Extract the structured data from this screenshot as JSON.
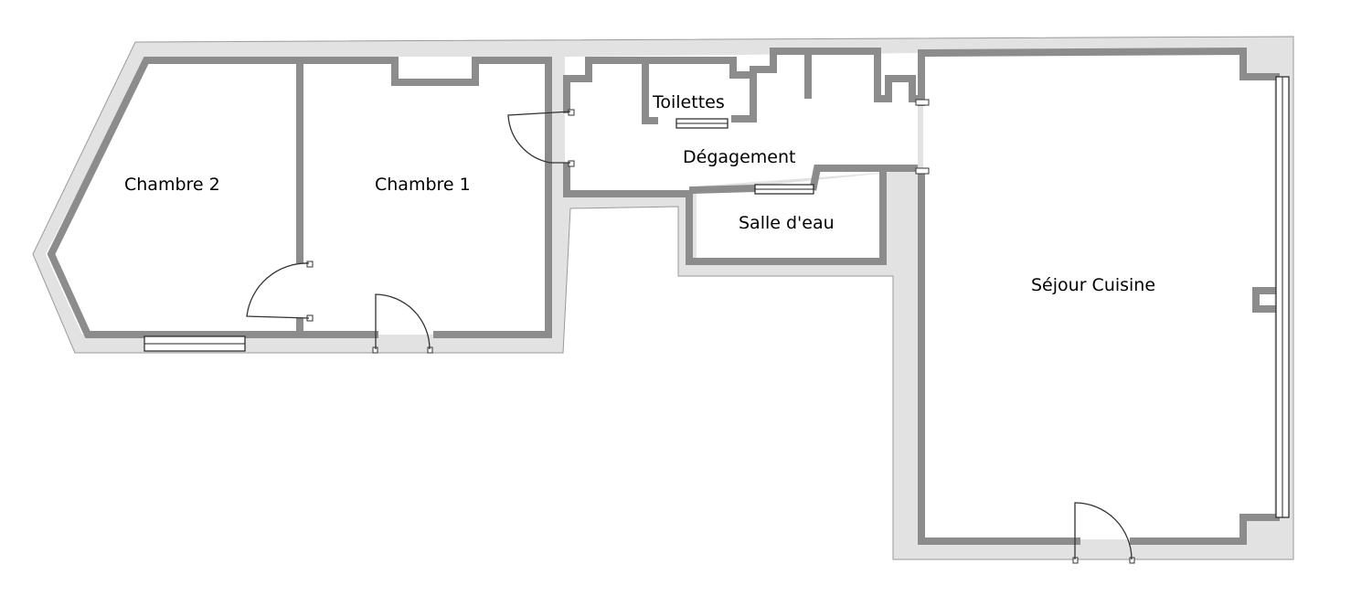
{
  "rooms": {
    "chambre2": "Chambre 2",
    "chambre1": "Chambre 1",
    "toilettes": "Toilettes",
    "degagement": "Dégagement",
    "salle_eau": "Salle d'eau",
    "sejour": "Séjour Cuisine"
  },
  "colors": {
    "wall": "#8c8c8c",
    "shell": "#e2e2e2",
    "background": "#ffffff"
  }
}
